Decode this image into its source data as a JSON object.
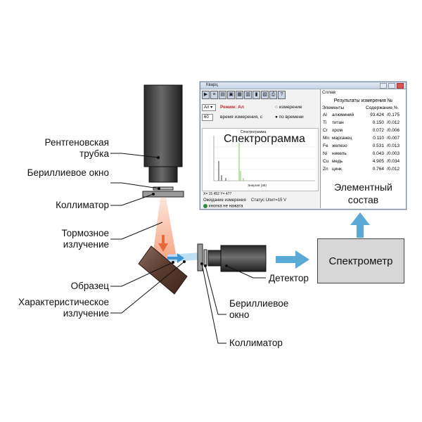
{
  "labels": {
    "xray_tube": "Рентгеновская трубка",
    "beryllium_window_top": "Бериллиевое окно",
    "collimator_top": "Коллиматор",
    "bremsstrahlung": "Тормозное излучение",
    "sample": "Образец",
    "characteristic": "Характеристическое излучение",
    "detector": "Детектор",
    "beryllium_window_bottom": "Бериллиевое окно",
    "collimator_bottom": "Коллиматор",
    "spectrometer": "Спектрометр"
  },
  "window": {
    "title": "Кварц",
    "mode_select": "Ал",
    "mode_label": "Режим: Ал",
    "time_value": "60",
    "time_label": "время измерения, с",
    "radio_measure": "измерение",
    "radio_by_time": "по времени",
    "chart_title": "Спектрограмма",
    "chart_overlay": "Спектрограмма",
    "x_axis_label": "Энергия (эВ)",
    "coords": "X= 15 452     Y= 477",
    "status_waiting": "Ожидание измерения",
    "status_voltage": "Статус Uпит=15 V",
    "button_not_pressed": "кнопка не нажата",
    "results_header": "Сплав",
    "results_title": "Результаты измерения №",
    "col_elements": "Элементы",
    "col_content": "Содержание,%",
    "results": [
      {
        "sym": "Al",
        "name": "алюминий",
        "value": "93.424",
        "err": "/0.175"
      },
      {
        "sym": "Ti",
        "name": "титан",
        "value": "0.150",
        "err": "/0.012"
      },
      {
        "sym": "Cr",
        "name": "хром",
        "value": "0.072",
        "err": "/0.006"
      },
      {
        "sym": "Mn",
        "name": "марганец",
        "value": "0.110",
        "err": "/0.007"
      },
      {
        "sym": "Fe",
        "name": "железо",
        "value": "0.531",
        "err": "/0.013"
      },
      {
        "sym": "Ni",
        "name": "никель",
        "value": "0.043",
        "err": "/0.003"
      },
      {
        "sym": "Cu",
        "name": "медь",
        "value": "4.905",
        "err": "/0.034"
      },
      {
        "sym": "Zn",
        "name": "цинк",
        "value": "0.764",
        "err": "/0.012"
      }
    ],
    "elemental_caption_line1": "Элементный",
    "elemental_caption_line2": "состав"
  },
  "colors": {
    "tube_dark": "#3a3a3a",
    "beam_orange": "#f3a37e",
    "beam_blue": "#63aee0",
    "arrow_blue": "#5aaad8",
    "spectrum_green": "#6ac04a",
    "sample_brown": "#6b4a3d"
  }
}
